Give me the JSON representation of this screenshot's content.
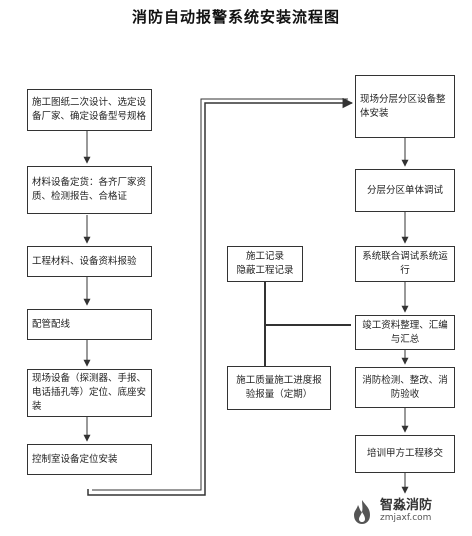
{
  "title": "消防自动报警系统安装流程图",
  "left_steps": [
    "施工图纸二次设计、选定设备厂家、确定设备型号规格",
    "材料设备定货：各齐厂家资质、检测报告、合格证",
    "工程材料、设备资料报验",
    "配管配线",
    "现场设备（探测器、手报、电话插孔等）定位、底座安装",
    "控制室设备定位安装"
  ],
  "middle_steps": [
    "施工记录\n隐蔽工程记录",
    "施工质量施工进度报验报量（定期）"
  ],
  "right_steps": [
    "现场分层分区设备整体安装",
    "分层分区单体调试",
    "系统联合调试系统运行",
    "竣工资料整理、汇编与汇总",
    "消防检测、整改、消防验收",
    "培训甲方工程移交"
  ],
  "watermark": {
    "name": "智淼消防",
    "url": "zmjaxf.com"
  },
  "colors": {
    "line": "#333333",
    "logo": "#555555"
  }
}
